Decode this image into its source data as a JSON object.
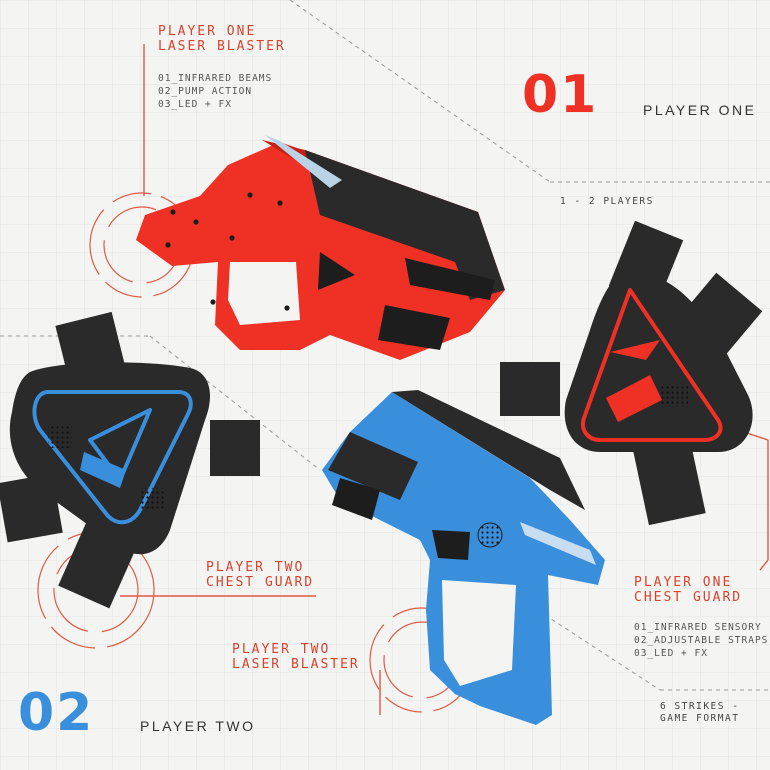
{
  "accent_colors": {
    "red": "#ee3124",
    "blue": "#3a8fdc",
    "label": "#d8432c",
    "body_dark": "#2a2a2a"
  },
  "player_one": {
    "number": "01",
    "name": "PLAYER ONE",
    "blaster_label": [
      "PLAYER ONE",
      "LASER BLASTER"
    ],
    "blaster_features": [
      "01_INFRARED BEAMS",
      "02_PUMP ACTION",
      "03_LED + FX"
    ],
    "chest_label": [
      "PLAYER ONE",
      "CHEST GUARD"
    ],
    "chest_features": [
      "01_INFRARED SENSORY",
      "02_ADJUSTABLE STRAPS",
      "03_LED + FX"
    ]
  },
  "player_two": {
    "number": "02",
    "name": "PLAYER TWO",
    "blaster_label": [
      "PLAYER TWO",
      "LASER BLASTER"
    ],
    "chest_label": [
      "PLAYER TWO",
      "CHEST GUARD"
    ]
  },
  "players_count": "1 - 2 PLAYERS",
  "game_format": [
    "6 STRIKES -",
    "GAME FORMAT"
  ],
  "icons": [
    "red-laser-blaster-icon",
    "blue-laser-blaster-icon",
    "red-chest-guard-icon",
    "blue-chest-guard-icon",
    "target-circle-icon"
  ]
}
